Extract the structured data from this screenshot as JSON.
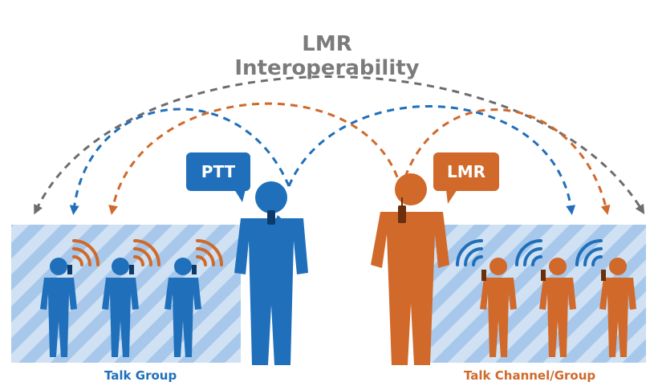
{
  "title": {
    "line1": "LMR",
    "line2": "Interoperability"
  },
  "left_group": {
    "bubble_label": "PTT",
    "footer_label": "Talk Group",
    "color": "#1f6fba",
    "icon": "person-phone-signal-icon"
  },
  "right_group": {
    "bubble_label": "LMR",
    "footer_label": "Talk Channel/Group",
    "color": "#d0692a",
    "icon": "person-radio-signal-icon"
  },
  "colors": {
    "arc_gray": "#6d6d6d",
    "arc_blue": "#1f6fba",
    "arc_orange": "#d0692a",
    "panel_stripe_a": "#cfe1f3",
    "panel_stripe_b": "#9cc1e6",
    "title": "#7b7b7b"
  }
}
